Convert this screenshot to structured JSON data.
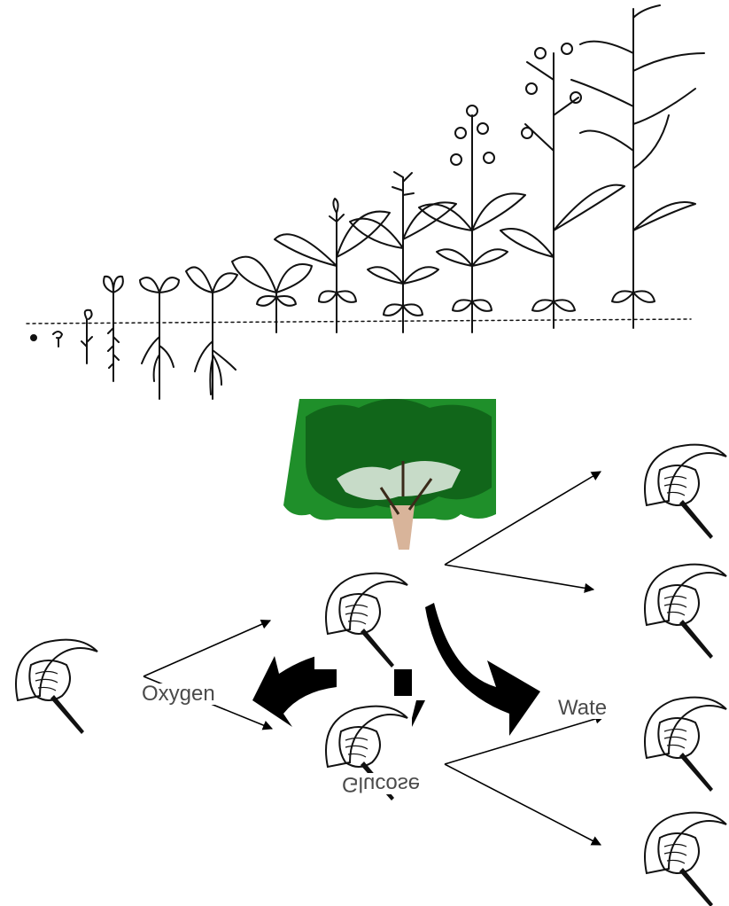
{
  "labels": {
    "oxygen": "Oxygen",
    "water": "Wate",
    "glucose": "Glucose"
  },
  "icons": [
    "plant-growth-stages",
    "tree-icon",
    "horseshoe-crab-icon",
    "arrow-icon"
  ],
  "colors": {
    "tree_foliage": "#1f8f2a",
    "tree_foliage_dark": "#11661a",
    "trunk": "#d8b49a",
    "ink": "#000000"
  }
}
